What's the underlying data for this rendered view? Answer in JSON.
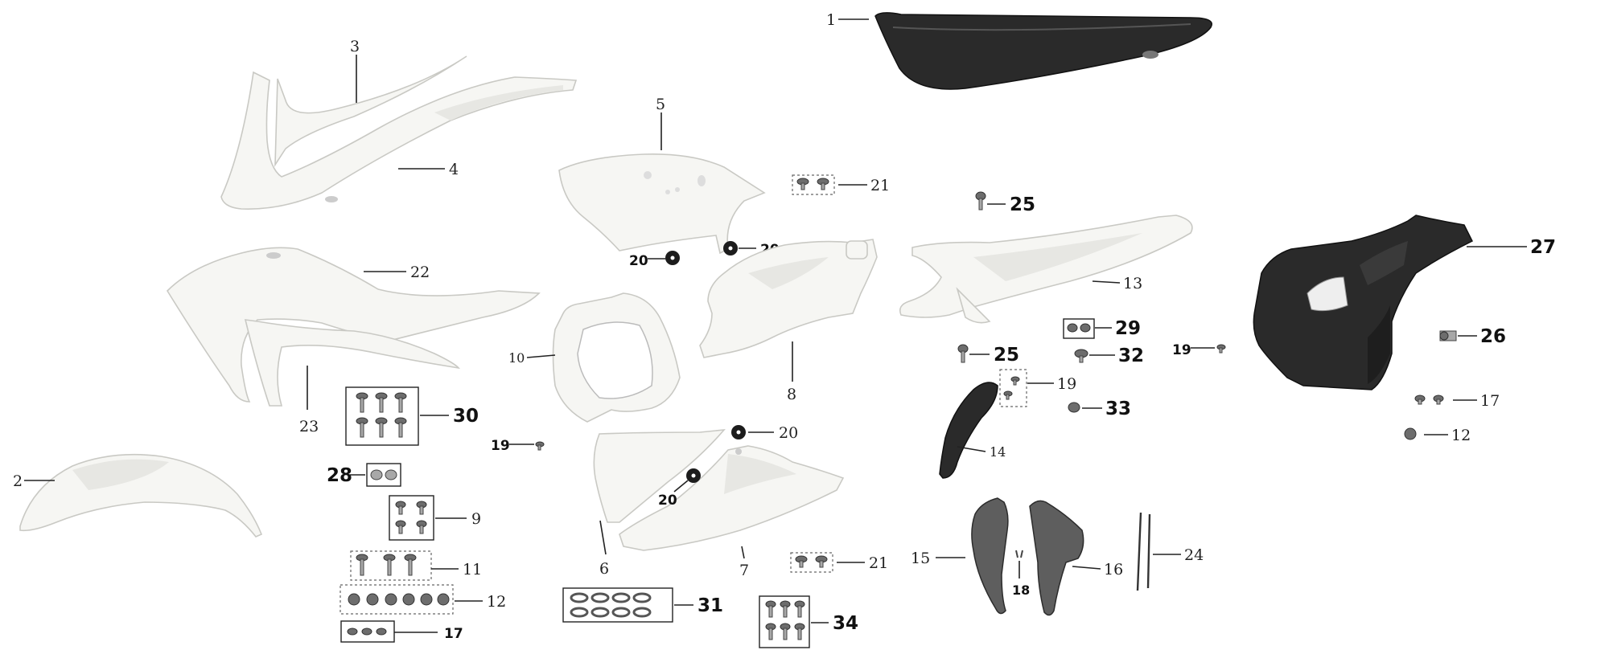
{
  "labels": {
    "p1": "1",
    "p2": "2",
    "p3": "3",
    "p4": "4",
    "p5": "5",
    "p6": "6",
    "p7": "7",
    "p8": "8",
    "p9": "9",
    "p10": "10",
    "p11": "11",
    "p12a": "12",
    "p12b": "12",
    "p13": "13",
    "p14": "14",
    "p15": "15",
    "p16": "16",
    "p17a": "17",
    "p17b": "17",
    "p18": "18",
    "p19a": "19",
    "p19b": "19",
    "p19c": "19",
    "p20a": "20",
    "p20b": "20",
    "p20c": "20",
    "p20d": "20",
    "p21a": "21",
    "p21b": "21",
    "p22": "22",
    "p23": "23",
    "p24": "24",
    "p25a": "25",
    "p25b": "25",
    "p26": "26",
    "p27": "27",
    "p28": "28",
    "p29": "29",
    "p30": "30",
    "p31": "31",
    "p32": "32",
    "p33": "33",
    "p34": "34"
  },
  "colors": {
    "white_plastic": "#f6f6f3",
    "black_seat": "#2a2a2a",
    "grey_guard": "#5e5e5e",
    "metal": "#a8a8a8"
  }
}
